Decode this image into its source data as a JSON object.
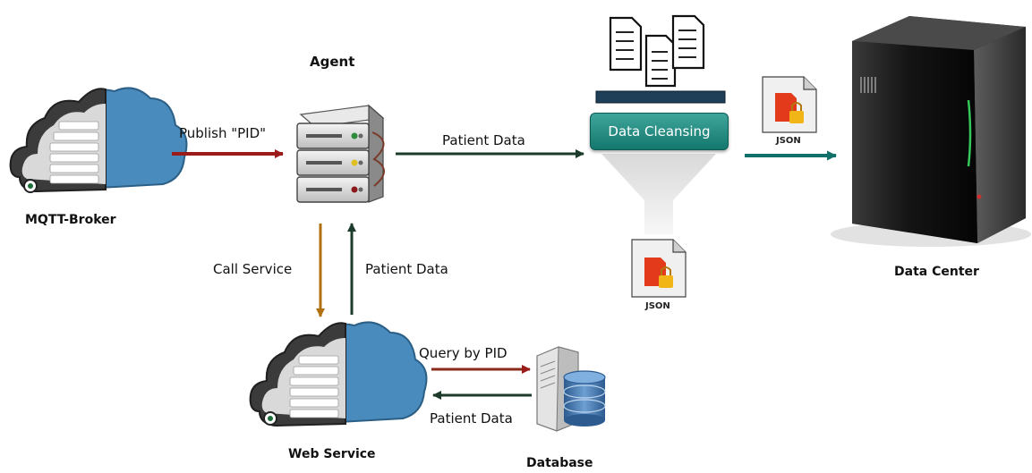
{
  "nodes": {
    "mqtt_broker": "MQTT-Broker",
    "agent": "Agent",
    "web_service": "Web Service",
    "database": "Database",
    "data_center": "Data Center",
    "data_cleansing": "Data Cleansing"
  },
  "edges": {
    "publish": "Publish \"PID\"",
    "agent_to_cleansing": "Patient Data",
    "call_service": "Call Service",
    "ws_to_agent": "Patient Data",
    "query": "Query by PID",
    "db_to_ws": "Patient Data"
  },
  "files": {
    "json_out": "JSON",
    "json_mid": "JSON"
  },
  "colors": {
    "publish_arrow": "#9b1b1b",
    "data_arrow": "#1d3b2a",
    "call_arrow": "#b0700f",
    "cleansing": "#1f8a7f",
    "cloud": "#3d82b3",
    "datacenter_arrow": "#12706a"
  },
  "icons": [
    "cloud-server-icon",
    "server-rack-icon",
    "document-stack-icon",
    "funnel-icon",
    "json-file-icon",
    "database-icon",
    "datacenter-tower-icon"
  ]
}
